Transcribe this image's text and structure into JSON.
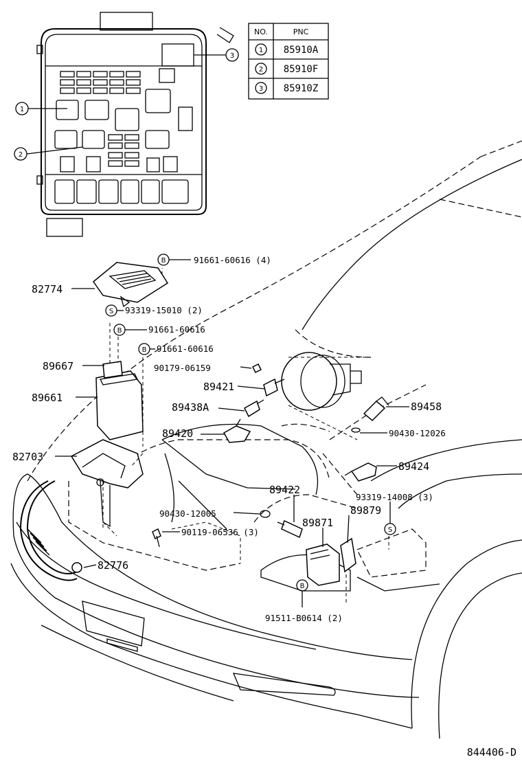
{
  "table": {
    "headers": [
      "NO.",
      "PNC"
    ],
    "rows": [
      {
        "no": "1",
        "pnc": "85910A"
      },
      {
        "no": "2",
        "pnc": "85910F"
      },
      {
        "no": "3",
        "pnc": "85910Z"
      }
    ]
  },
  "callouts": {
    "relay_block_1": "1",
    "relay_block_2": "2",
    "relay_block_3": "3"
  },
  "fastener_marks": {
    "b": "B",
    "s": "S"
  },
  "labels": {
    "p82774": "82774",
    "p91661_60616_4": "91661-60616 (4)",
    "p93319_15010_2": "93319-15010 (2)",
    "p91661_60616_a": "91661-60616",
    "p91661_60616_b": "91661-60616",
    "p89667": "89667",
    "p90179_06159": "90179-06159",
    "p89661": "89661",
    "p89421": "89421",
    "p89438A": "89438A",
    "p89458": "89458",
    "p89420": "89420",
    "p90430_12026": "90430-12026",
    "p82703": "82703",
    "p89424": "89424",
    "p89422": "89422",
    "p89879": "89879",
    "p93319_14008_3": "93319-14008 (3)",
    "p90430_12005": "90430-12005",
    "p89871": "89871",
    "p90119_06536_3": "90119-06536 (3)",
    "p82776": "82776",
    "p91511_B0614_2": "91511-B0614 (2)"
  },
  "diagram_code": "844406-D"
}
